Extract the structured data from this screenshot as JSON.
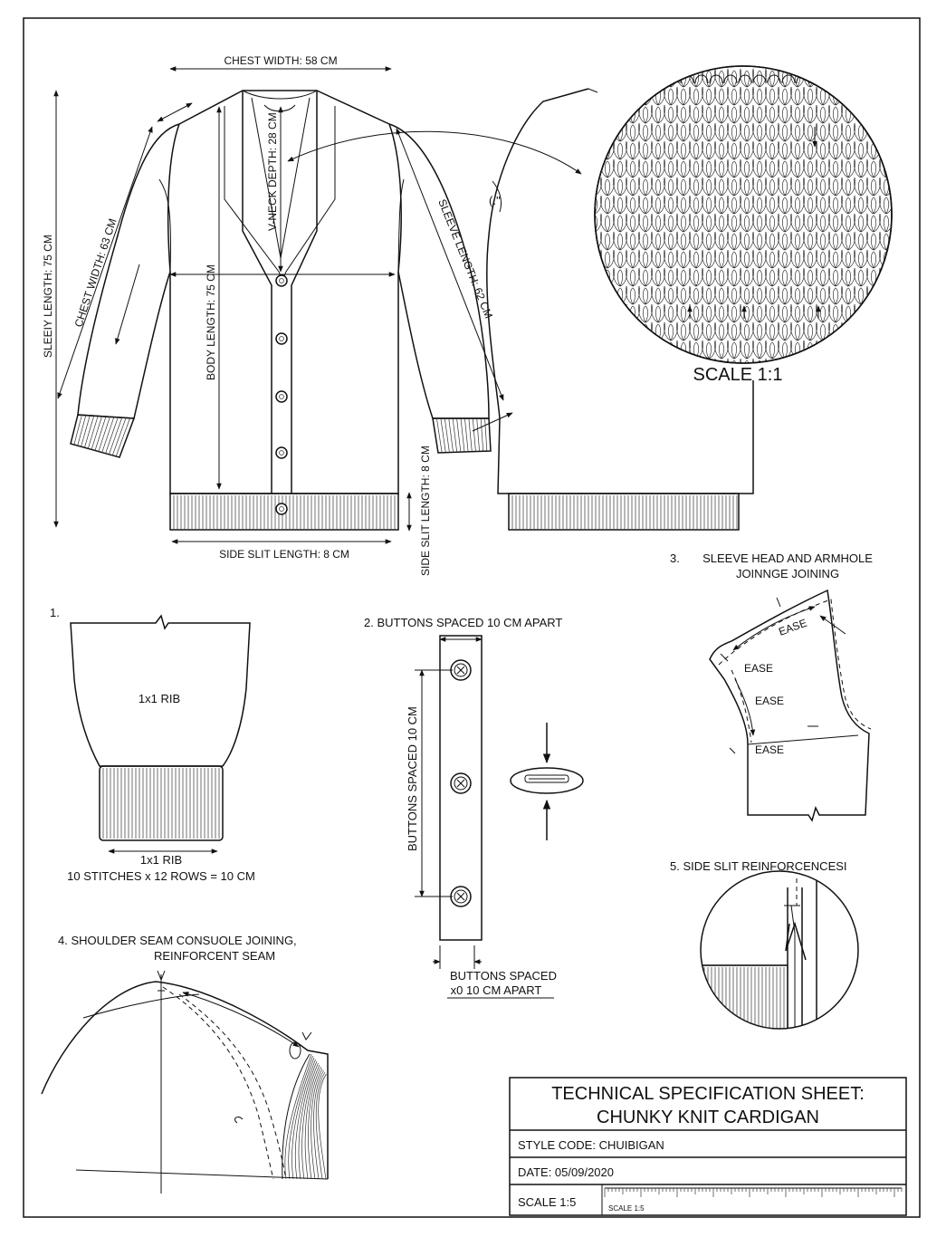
{
  "front_view": {
    "chest_width_top": "CHEST WIDTH: 58 CM",
    "v_neck_depth": "V-NECK DEPTH: 28 CM",
    "body_length": "BODY LENGTH: 75 CM",
    "sleeve_length_left": "SLEEIY LENGTH: 75 CM",
    "chest_width_side": "CHEST WIDTH: 63 CM",
    "sleeve_length_right": "SLEEVE LENGTH: 62 CM",
    "side_slit_bottom": "SIDE SLIT LENGTH: 8 CM",
    "side_slit_vertical": "SIDE SLIT LENGTH: 8 CM"
  },
  "detail_scale": "SCALE 1:1",
  "detail1": {
    "number": "1.",
    "rib_label": "1x1 RIB",
    "cuff_label": "1x1 RIB",
    "gauge": "10 STITCHES x 12 ROWS = 10 CM"
  },
  "detail2": {
    "title": "2.  BUTTONS SPACED 10 CM APART",
    "vertical_label": "BUTTONS SPACED 10 CM",
    "bottom_line1": "BUTTONS SPACED",
    "bottom_line2": "x0 10 CM APART"
  },
  "detail3": {
    "number": "3.",
    "title_line1": "SLEEVE HEAD AND ARMHOLE",
    "title_line2": "JOINNGE JOINING",
    "ease_labels": [
      "EASE",
      "EASE",
      "EASE",
      "EASE"
    ]
  },
  "detail4": {
    "title_line1": "4.  SHOULDER SEAM CONSUOLE JOINING,",
    "title_line2": "REINFORCENT SEAM"
  },
  "detail5": {
    "title": "5.  SIDE SLIT REINFORCENCESI"
  },
  "title_block": {
    "title_line1": "TECHNICAL SPECIFICATION SHEET:",
    "title_line2": "CHUNKY KNIT CARDIGAN",
    "style_code": "STYLE CODE: CHUIBIGAN",
    "date": "DATE: 05/09/2020",
    "scale": "SCALE 1:5",
    "ruler_label": "SCALE 1:5"
  }
}
